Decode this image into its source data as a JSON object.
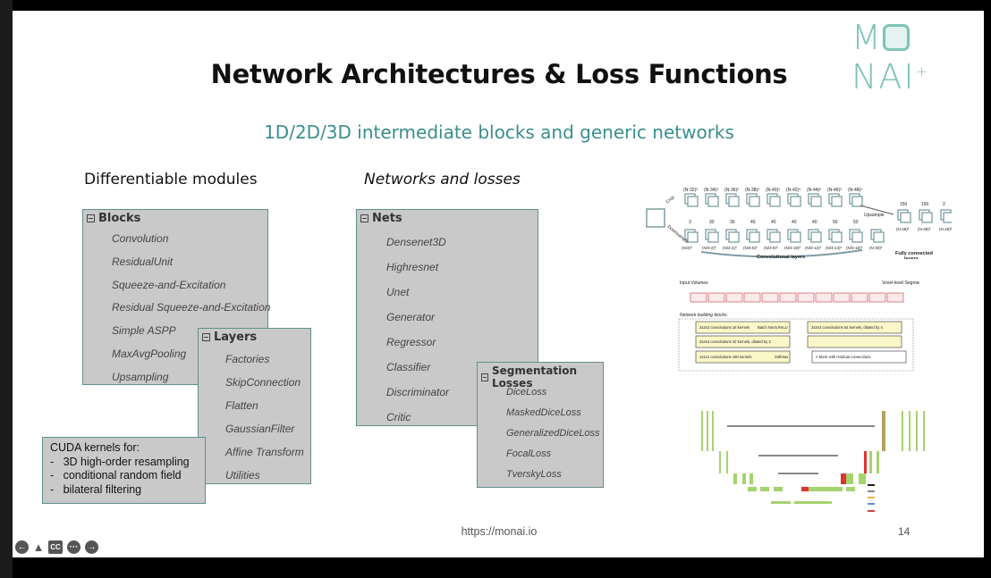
{
  "slide": {
    "logo": "MONAI",
    "title": "Network Architectures & Loss Functions",
    "subtitle": "1D/2D/3D intermediate blocks and generic networks",
    "left_heading": "Differentiable modules",
    "middle_heading": "Networks and losses",
    "blocks": {
      "title": "Blocks",
      "items": [
        "Convolution",
        "ResidualUnit",
        "Squeeze-and-Excitation",
        "Residual Squeeze-and-Excitation",
        "Simple ASPP",
        "MaxAvgPooling",
        "Upsampling"
      ]
    },
    "layers": {
      "title": "Layers",
      "items": [
        "Factories",
        "SkipConnection",
        "Flatten",
        "GaussianFilter",
        "Affine Transform",
        "Utilities"
      ]
    },
    "cuda": {
      "heading": "CUDA kernels for:",
      "items": [
        "3D high-order resampling",
        "conditional random field",
        "bilateral filtering"
      ]
    },
    "nets": {
      "title": "Nets",
      "items": [
        "Densenet3D",
        "Highresnet",
        "Unet",
        "Generator",
        "Regressor",
        "Classifier",
        "Discriminator",
        "Critic"
      ]
    },
    "seg_losses": {
      "title": "Segmentation Losses",
      "items": [
        "DiceLoss",
        "MaskedDiceLoss",
        "GeneralizedDiceLoss",
        "FocalLoss",
        "TverskyLoss"
      ]
    },
    "url": "https://monai.io",
    "page_number": "14"
  },
  "diagram1": {
    "top_labels": [
      "(N-32)³",
      "(N-34)³",
      "(N-36)³",
      "(N-38)³",
      "(N-40)³",
      "(N-42)³",
      "(N-44)³",
      "(N-46)³",
      "(N-48)³"
    ],
    "bottom_counts": [
      "3",
      "30",
      "30",
      "40",
      "40",
      "40",
      "40",
      "50",
      "50"
    ],
    "bottom_labels": [
      "(N/3)³",
      "(N/3-2)³",
      "(N/3-4)³",
      "(N/3-6)³",
      "(N/3-8)³",
      "(N/3-10)³",
      "(N/3-12)³",
      "(N/3-14)³",
      "(N/3-16)³"
    ],
    "fc_counts": [
      "150",
      "150",
      "2"
    ],
    "fc_labels": [
      "(N-48)³",
      "(N-48)³",
      "(N-48)³"
    ],
    "crop": "Crop",
    "downsample": "Downsample",
    "upsample": "Upsample",
    "upsample_out": "(N-48)³",
    "conv_layers": "Convolutional layers",
    "fc_layers_1": "Fully connected",
    "fc_layers_2": "layers"
  },
  "diagram2": {
    "input": "Input Volumes",
    "output": "Voxel-level Segmentations",
    "blocks_heading": "Network building blocks:",
    "b1": "3x3x3 convolutions 16 kernels",
    "b2": "Batch Norm.",
    "b3": "ReLU",
    "b4": "3x3x3 convolutions 32 kernels, dilated by 2",
    "b5": "3x3x3 convolutions 64 kernels, dilated by 4",
    "b6": "1x1x1 convolutions 160 kernels",
    "b7": "Softmax",
    "b8": "A block with residual connections"
  },
  "colors": {
    "accent": "#3a8e8c",
    "box_fill": "#c9c9c9",
    "box_border": "#5f8f8c",
    "logo": "#7ec3b8"
  },
  "controls": [
    {
      "name": "previous-slide",
      "icon": "arrow-left-icon"
    },
    {
      "name": "pointer",
      "icon": "cone-icon"
    },
    {
      "name": "captions",
      "icon": "cc-icon",
      "label": "CC"
    },
    {
      "name": "more",
      "icon": "more-icon",
      "label": "···"
    },
    {
      "name": "next-slide",
      "icon": "arrow-right-icon"
    }
  ]
}
